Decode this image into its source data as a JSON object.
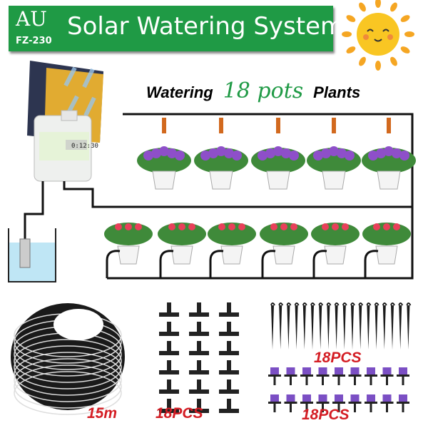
{
  "banner": {
    "logo": "AU",
    "model": "FZ-230",
    "title": "Solar Watering System"
  },
  "headline": {
    "left": "Watering",
    "highlight": "18 pots",
    "right": "Plants"
  },
  "controller": {
    "display": "0:12:30"
  },
  "items": [
    {
      "name": "tubing",
      "label": "15m"
    },
    {
      "name": "tee-connectors",
      "label": "18PCS"
    },
    {
      "name": "stakes",
      "label": "18PCS"
    },
    {
      "name": "drippers",
      "label": "18PCS"
    }
  ],
  "colors": {
    "brand_green": "#1f9a45",
    "label_red": "#d41d24",
    "sun": "#f9c623",
    "dripper": "#7b4fc4"
  }
}
